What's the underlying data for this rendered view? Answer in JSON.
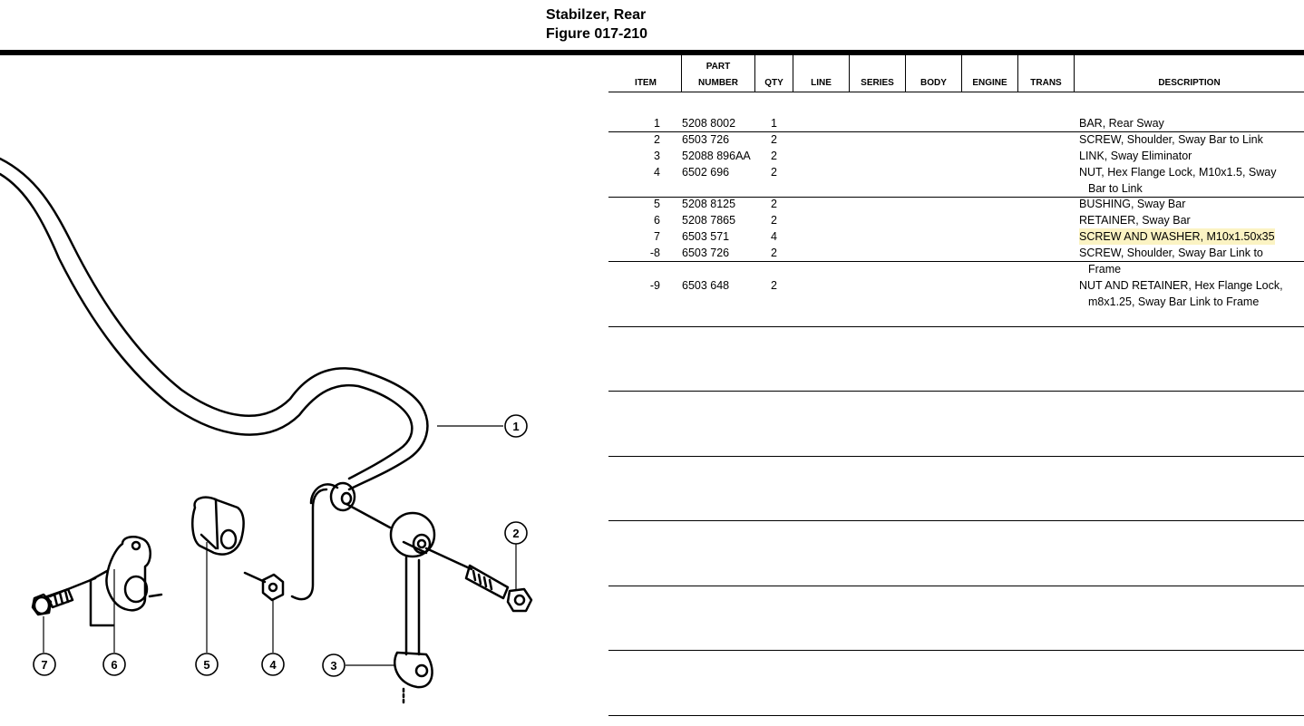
{
  "page": {
    "title_line1": "Stabilzer, Rear",
    "title_line2": "Figure 017-210"
  },
  "table": {
    "headers": {
      "item": "ITEM",
      "part_line1": "PART",
      "part_line2": "NUMBER",
      "qty": "QTY",
      "line": "LINE",
      "series": "SERIES",
      "body": "BODY",
      "engine": "ENGINE",
      "trans": "TRANS",
      "description": "DESCRIPTION"
    },
    "rows": [
      {
        "item": "1",
        "part": "5208 8002",
        "qty": "1",
        "desc": "BAR, Rear Sway",
        "desc2": ""
      },
      {
        "item": "2",
        "part": "6503 726",
        "qty": "2",
        "desc": "SCREW, Shoulder, Sway Bar to Link",
        "desc2": ""
      },
      {
        "item": "3",
        "part": "52088 896AA",
        "qty": "2",
        "desc": "LINK, Sway Eliminator",
        "desc2": ""
      },
      {
        "item": "4",
        "part": "6502 696",
        "qty": "2",
        "desc": "NUT, Hex Flange Lock, M10x1.5, Sway",
        "desc2": "Bar to Link"
      },
      {
        "item": "5",
        "part": "5208 8125",
        "qty": "2",
        "desc": "BUSHING, Sway Bar",
        "desc2": ""
      },
      {
        "item": "6",
        "part": "5208 7865",
        "qty": "2",
        "desc": "RETAINER, Sway Bar",
        "desc2": ""
      },
      {
        "item": "7",
        "part": "6503 571",
        "qty": "4",
        "desc": "SCREW AND WASHER, M10x1.50x35",
        "desc2": ""
      },
      {
        "item": "-8",
        "part": "6503 726",
        "qty": "2",
        "desc": "SCREW, Shoulder, Sway Bar Link to",
        "desc2": "Frame"
      },
      {
        "item": "-9",
        "part": "6503 648",
        "qty": "2",
        "desc": "NUT AND RETAINER, Hex Flange Lock,",
        "desc2": "m8x1.25, Sway Bar Link to Frame"
      }
    ]
  },
  "callouts": [
    "1",
    "2",
    "3",
    "4",
    "5",
    "6",
    "7"
  ]
}
